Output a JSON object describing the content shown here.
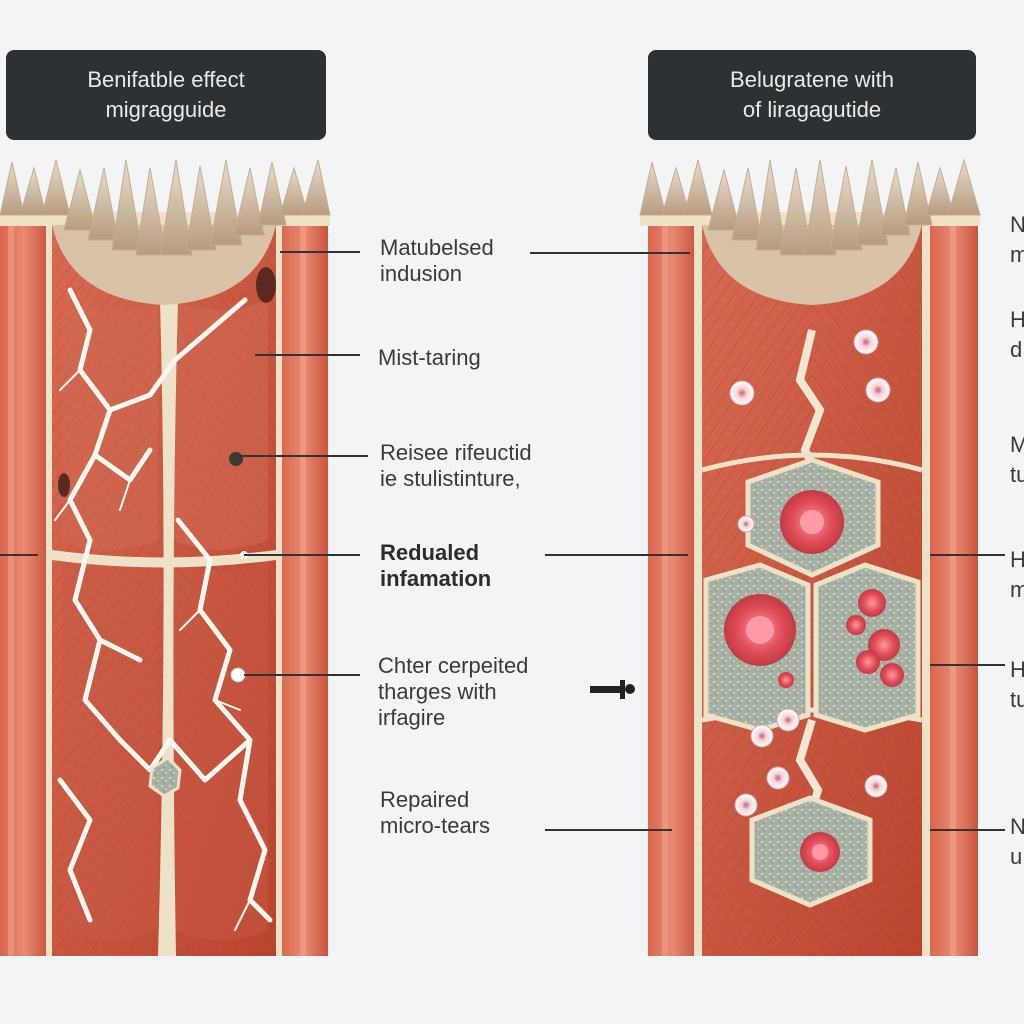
{
  "left_panel": {
    "title_lines": [
      "Benifatble effect",
      "migragguide"
    ]
  },
  "right_panel": {
    "title_lines": [
      "Belugratene with",
      "of liragagutide"
    ]
  },
  "center_labels": [
    {
      "lines": [
        "Matubelsed",
        "indusion"
      ],
      "emphasis": false
    },
    {
      "lines": [
        "Mist-taring"
      ],
      "emphasis": false
    },
    {
      "lines": [
        "Reisee rifeuctid",
        "ie stulistinture,"
      ],
      "emphasis": false
    },
    {
      "lines": [
        "Redualed",
        "infamation"
      ],
      "emphasis": true
    },
    {
      "lines": [
        "Chter cerpeited",
        "tharges with",
        "irfagire"
      ],
      "emphasis": false
    },
    {
      "lines": [
        "Repaired",
        "micro-tears"
      ],
      "emphasis": false
    }
  ],
  "right_edge_labels": [
    {
      "lines": [
        "N",
        "m"
      ]
    },
    {
      "lines": [
        "H",
        "d"
      ]
    },
    {
      "lines": [
        "M",
        "tu"
      ]
    },
    {
      "lines": [
        "H",
        "m"
      ]
    },
    {
      "lines": [
        "H",
        "tu"
      ]
    },
    {
      "lines": [
        "N",
        "u"
      ]
    }
  ],
  "colors": {
    "background": "#f3f4f5",
    "title_box": "#2e3133",
    "muscle_red": "#c8573f",
    "muscle_light": "#e07a60",
    "fascia_beige": "#ede1c8",
    "tendon_tan": "#d8c3a8",
    "cell_pink": "#e04b55",
    "hex_cell_green": "#9aa597",
    "leader_line": "#333333"
  },
  "icons": {
    "arrow": "arrow-right-icon"
  }
}
